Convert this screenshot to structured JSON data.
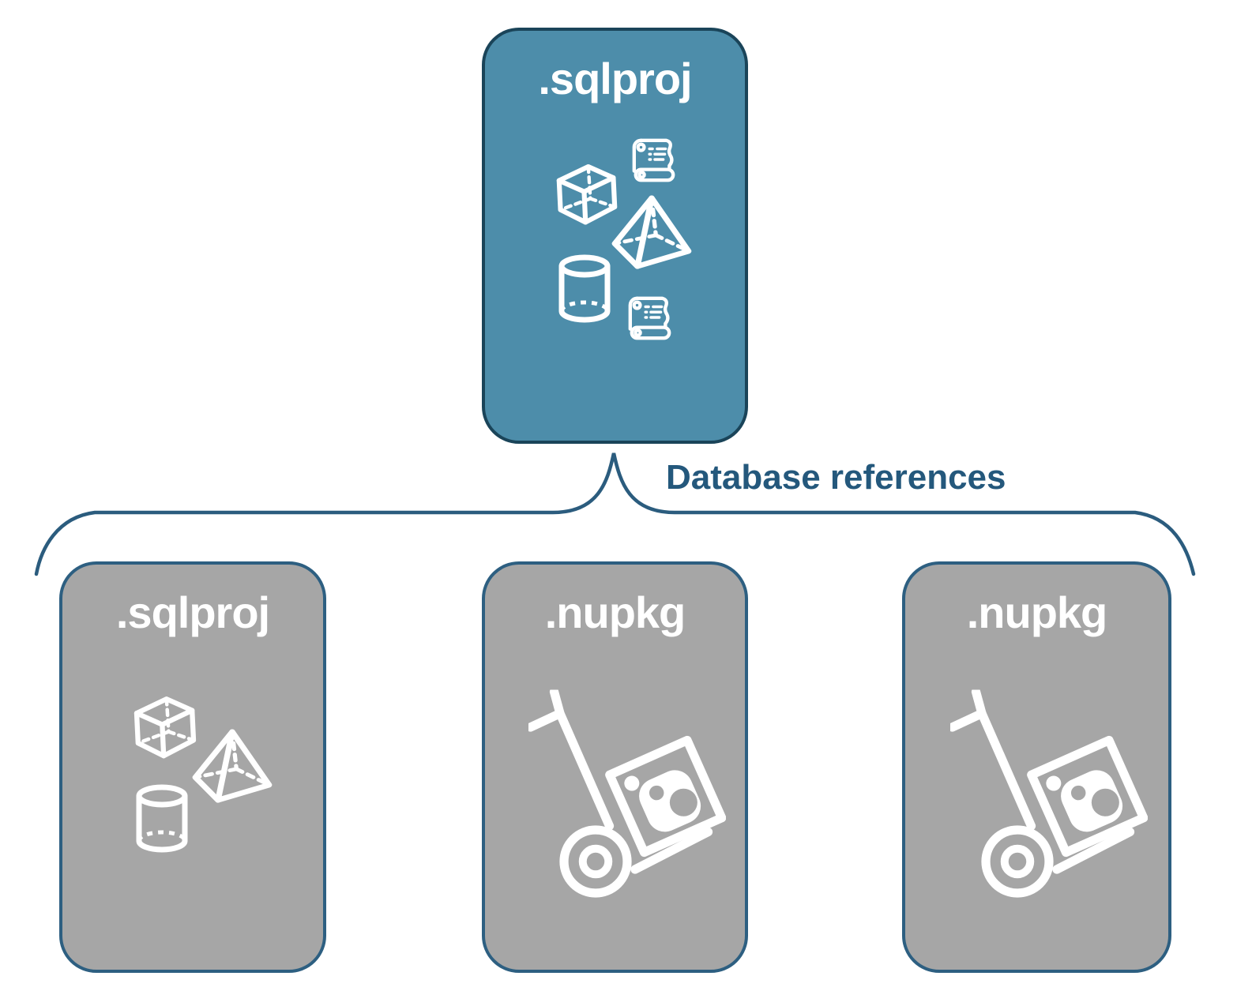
{
  "root_box": {
    "label": ".sqlproj",
    "icons": [
      "cube-icon",
      "scroll-icon",
      "pyramid-icon",
      "cylinder-icon",
      "scroll-icon"
    ]
  },
  "relationship": {
    "label": "Database references"
  },
  "child_boxes": [
    {
      "label": ".sqlproj",
      "icons": [
        "cube-icon",
        "pyramid-icon",
        "cylinder-icon"
      ]
    },
    {
      "label": ".nupkg",
      "icons": [
        "nuget-handtruck-icon"
      ]
    },
    {
      "label": ".nupkg",
      "icons": [
        "nuget-handtruck-icon"
      ]
    }
  ],
  "colors": {
    "root_fill": "#4D8DAA",
    "root_border": "#1A4459",
    "child_fill": "#A6A6A6",
    "child_border": "#2D5F81",
    "brace_line": "#2B5C7E",
    "edge_label_text": "#24587C",
    "icon_stroke": "#FFFFFF",
    "background": "#FFFFFF"
  }
}
